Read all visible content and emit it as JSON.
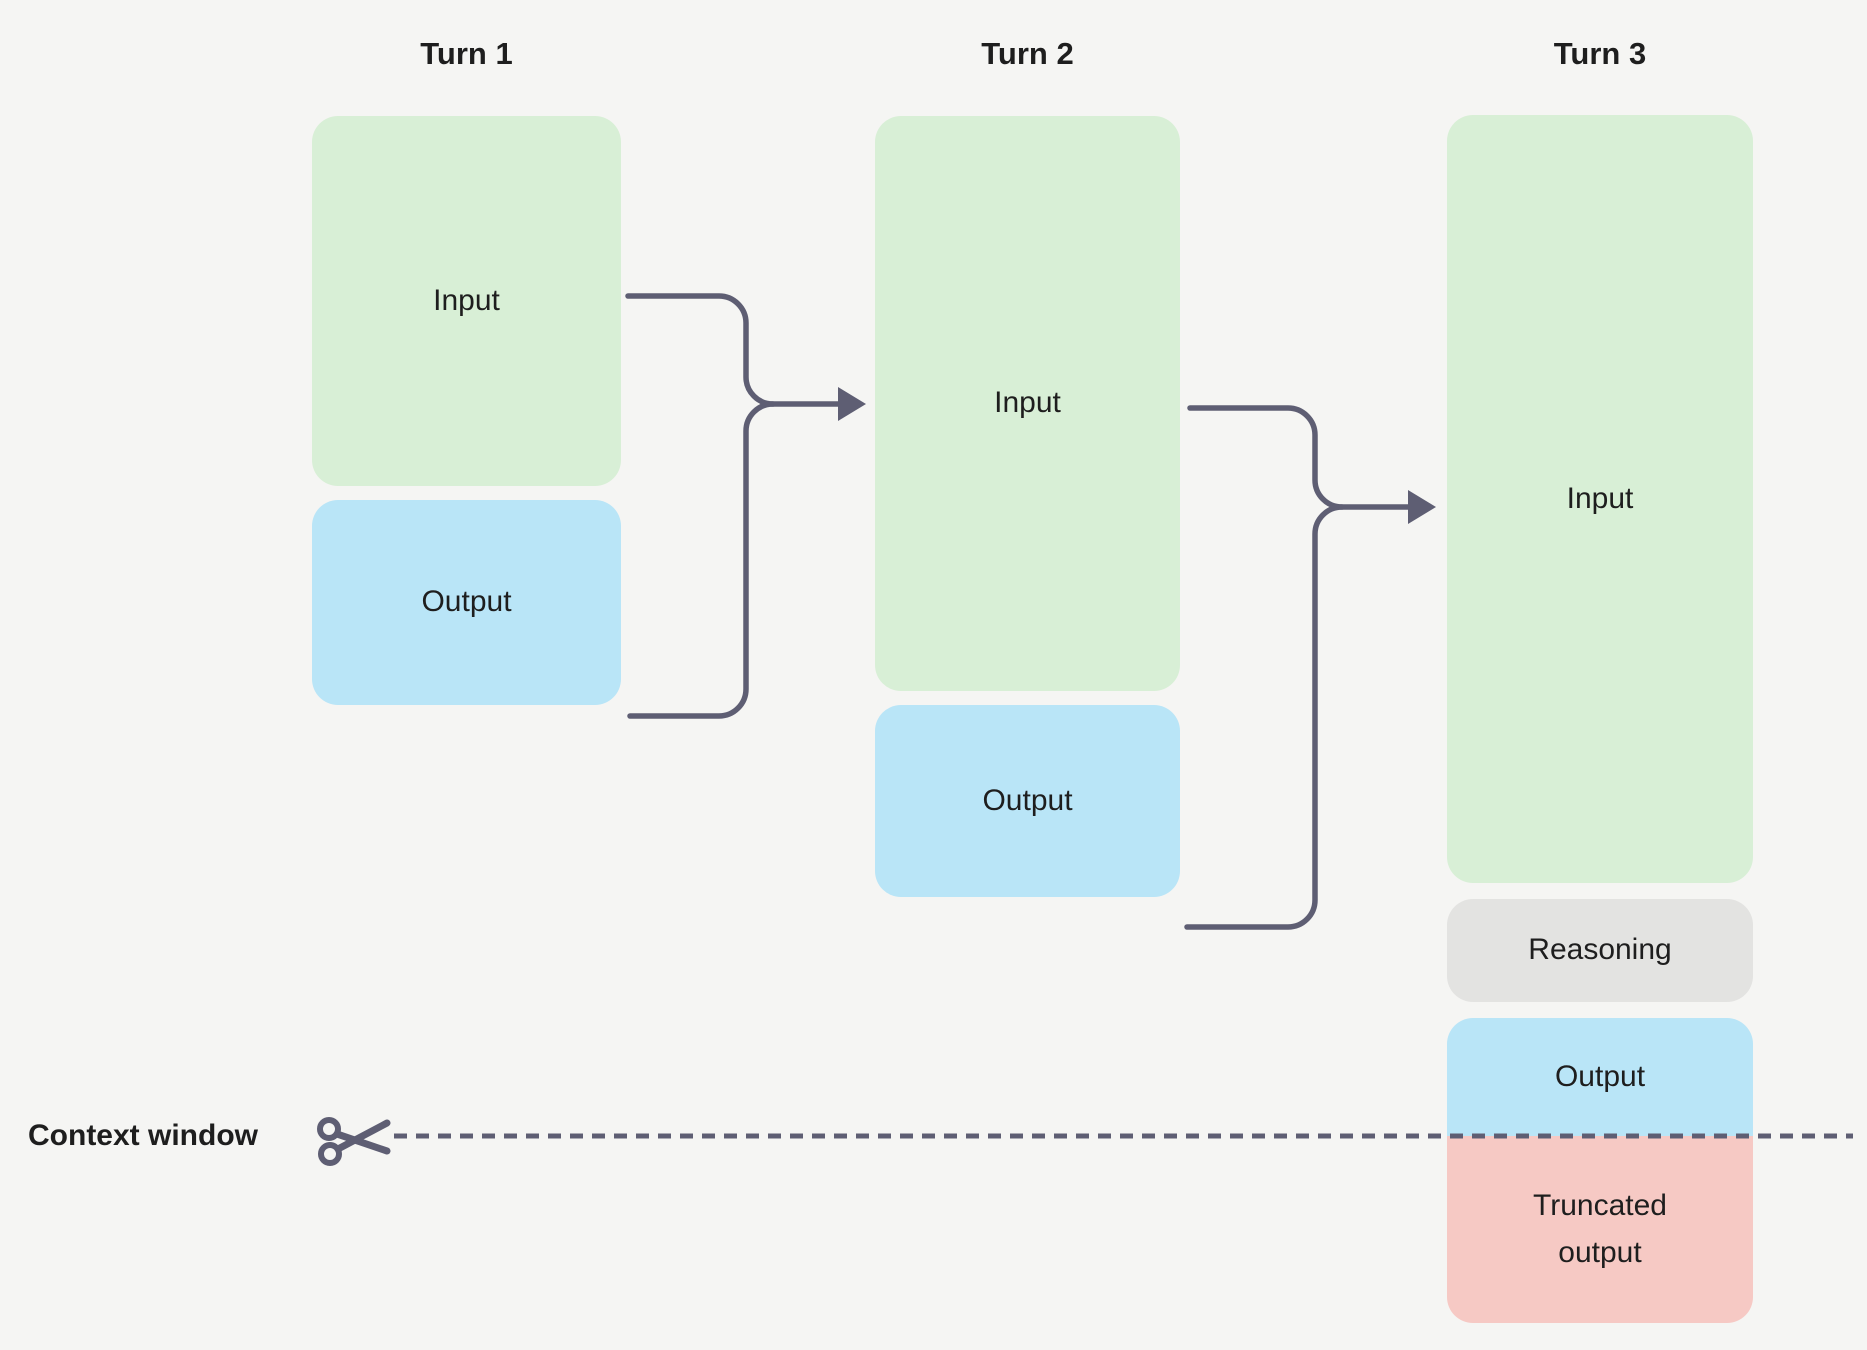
{
  "columns": [
    {
      "title": "Turn 1",
      "boxes": [
        {
          "label": "Input",
          "kind": "input"
        },
        {
          "label": "Output",
          "kind": "output"
        }
      ]
    },
    {
      "title": "Turn 2",
      "boxes": [
        {
          "label": "Input",
          "kind": "input"
        },
        {
          "label": "Output",
          "kind": "output"
        }
      ]
    },
    {
      "title": "Turn 3",
      "boxes": [
        {
          "label": "Input",
          "kind": "input"
        },
        {
          "label": "Reasoning",
          "kind": "reasoning"
        },
        {
          "label": "Output",
          "kind": "output"
        },
        {
          "label": "Truncated output",
          "kind": "truncated-output"
        }
      ]
    }
  ],
  "context_window": {
    "label": "Context window",
    "icon": "scissors-icon"
  },
  "colors": {
    "background": "#f5f5f3",
    "input-green": "#d8efd6",
    "output-blue": "#b9e5f7",
    "reasoning-gray": "#e3e3e1",
    "truncated-red": "#f6c9c4",
    "line": "#5e5e73",
    "text": "#1e1e1e"
  }
}
